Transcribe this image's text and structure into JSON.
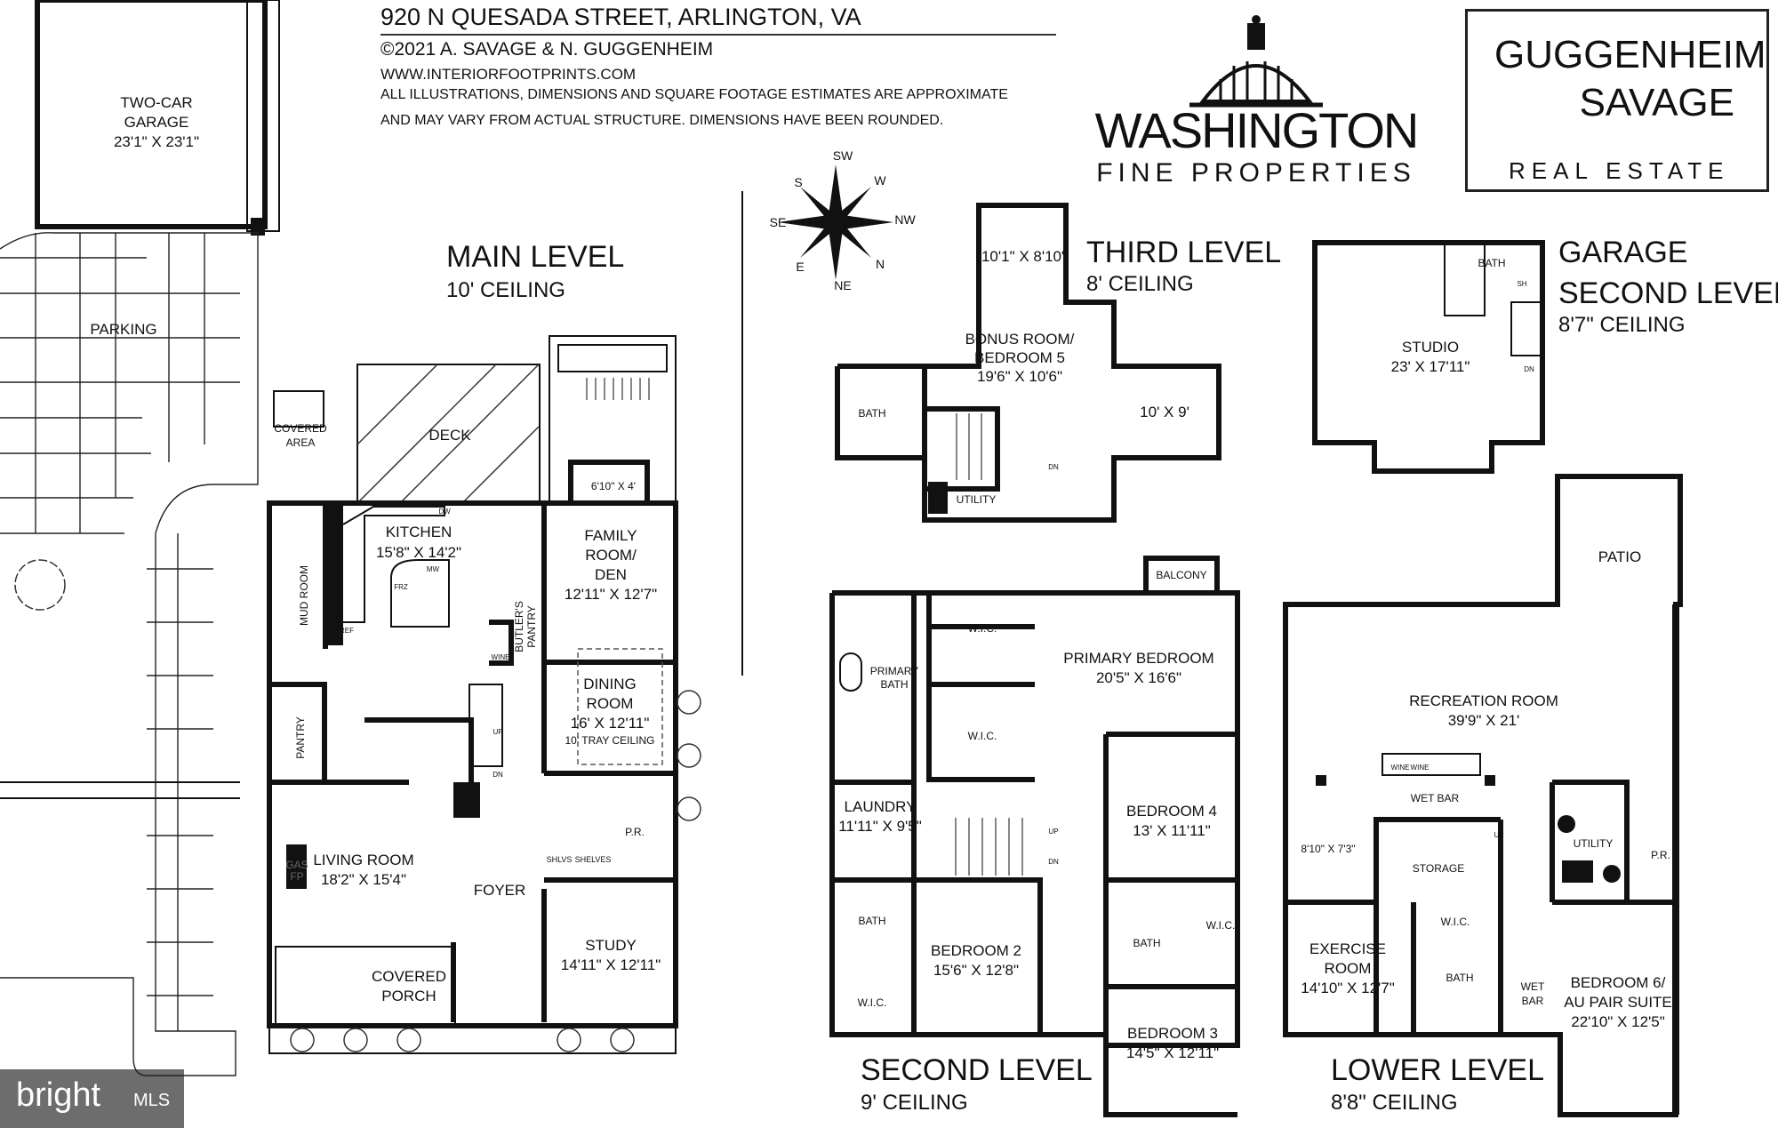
{
  "header": {
    "address": "920 N QUESADA STREET, ARLINGTON, VA",
    "copyright": "©2021 A. SAVAGE & N. GUGGENHEIM",
    "website": "WWW.INTERIORFOOTPRINTS.COM",
    "disclaimer_1": "ALL ILLUSTRATIONS, DIMENSIONS AND SQUARE FOOTAGE ESTIMATES ARE APPROXIMATE",
    "disclaimer_2": "AND MAY VARY FROM ACTUAL STRUCTURE. DIMENSIONS HAVE BEEN ROUNDED."
  },
  "logos": {
    "washington": {
      "line1": "WASHINGTON",
      "line2": "FINE PROPERTIES"
    },
    "guggenheim": {
      "line1": "GUGGENHEIM",
      "line2": "SAVAGE",
      "line3": "REAL ESTATE"
    },
    "bright": {
      "text": "bright",
      "suffix": "MLS"
    }
  },
  "compass": [
    "SW",
    "W",
    "NW",
    "N",
    "NE",
    "E",
    "SE",
    "S"
  ],
  "main_level": {
    "title": "MAIN LEVEL",
    "ceiling": "10' CEILING",
    "garage": [
      "TWO-CAR",
      "GARAGE",
      "23'1\" X 23'1\""
    ],
    "parking": "PARKING",
    "covered_area": [
      "COVERED",
      "AREA"
    ],
    "deck": "DECK",
    "kitchen": [
      "KITCHEN",
      "15'8\" X 14'2\""
    ],
    "mud_room": "MUD ROOM",
    "nook": "6'10\" X 4'",
    "family_room": [
      "FAMILY",
      "ROOM/",
      "DEN",
      "12'11\" X 12'7\""
    ],
    "butlers_pantry": [
      "BUTLER'S",
      "PANTRY"
    ],
    "dining_room": [
      "DINING",
      "ROOM",
      "16' X 12'11\"",
      "10' TRAY CEILING"
    ],
    "pantry": "PANTRY",
    "living_room": [
      "LIVING ROOM",
      "18'2\" X 15'4\""
    ],
    "gas_fp": [
      "GAS",
      "FP"
    ],
    "foyer": "FOYER",
    "powder_room": "P.R.",
    "shelves": [
      "SHLVS",
      "SHELVES"
    ],
    "study": [
      "STUDY",
      "14'11\" X 12'11\""
    ],
    "covered_porch": [
      "COVERED",
      "PORCH"
    ],
    "fixtures": [
      "DW",
      "MW",
      "FRZ",
      "REF",
      "WINE",
      "UP",
      "DN"
    ]
  },
  "third_level": {
    "title": "THIRD LEVEL",
    "ceiling": "8' CEILING",
    "rooms": {
      "north": "10'1\" X 8'10\"",
      "bonus": [
        "BONUS ROOM/",
        "BEDROOM 5",
        "19'6\" X 10'6\""
      ],
      "bath": "BATH",
      "east": "10' X 9'",
      "utility": "UTILITY",
      "dn": "DN"
    }
  },
  "garage_second_level": {
    "title_1": "GARAGE",
    "title_2": "SECOND LEVEL",
    "ceiling": "8'7\" CEILING",
    "rooms": {
      "studio": [
        "STUDIO",
        "23' X 17'11\""
      ],
      "bath": "BATH",
      "sh": "SH",
      "dn": "DN"
    }
  },
  "second_level": {
    "title": "SECOND LEVEL",
    "ceiling": "9' CEILING",
    "rooms": {
      "balcony": "BALCONY",
      "wic": "W.I.C.",
      "primary_bath": [
        "PRIMARY",
        "BATH"
      ],
      "primary_bedroom": [
        "PRIMARY BEDROOM",
        "20'5\" X 16'6\""
      ],
      "laundry": [
        "LAUNDRY",
        "11'11\" X 9'5\""
      ],
      "bedroom4": [
        "BEDROOM 4",
        "13' X 11'11\""
      ],
      "bath": "BATH",
      "bedroom2": [
        "BEDROOM 2",
        "15'6\" X 12'8\""
      ],
      "bedroom3": [
        "BEDROOM 3",
        "14'5\" X 12'11\""
      ],
      "up": "UP",
      "dn": "DN"
    }
  },
  "lower_level": {
    "title": "LOWER LEVEL",
    "ceiling": "8'8\" CEILING",
    "rooms": {
      "patio": "PATIO",
      "recreation": [
        "RECREATION ROOM",
        "39'9\" X 21'"
      ],
      "wet_bar": "WET BAR",
      "wine": "WINE",
      "alcove": "8'10\" X 7'3\"",
      "storage": "STORAGE",
      "utility": "UTILITY",
      "pr": "P.R.",
      "wic": "W.I.C.",
      "exercise": [
        "EXERCISE",
        "ROOM",
        "14'10\" X 12'7\""
      ],
      "bath": "BATH",
      "wet_bar_2": [
        "WET",
        "BAR"
      ],
      "bedroom6": [
        "BEDROOM 6/",
        "AU PAIR SUITE",
        "22'10\" X 12'5\""
      ],
      "up": "UP"
    }
  }
}
